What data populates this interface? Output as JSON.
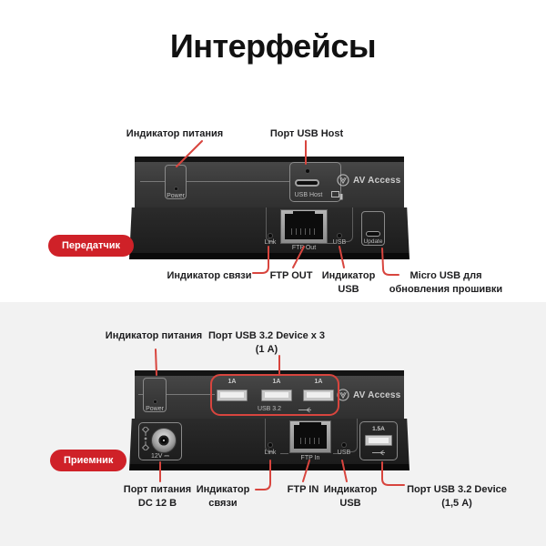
{
  "title": "Интерфейсы",
  "colors": {
    "accent_red": "#cf2128",
    "annotation_line_red": "#d8453e",
    "lower_background": "#f2f2f2",
    "panel_front": "#3a3a3a",
    "panel_rear": "#1f1f1f"
  },
  "transmitter": {
    "badge": "Передатчик",
    "top_labels": {
      "power": "Индикатор питания",
      "usb_host": "Порт USB Host"
    },
    "device": {
      "power_label": "Power",
      "usb_host_label": "USB Host",
      "logo": "AV Access",
      "link_label": "Link",
      "ftp_label": "FTP Out",
      "usb_label": "USB",
      "update_label": "Update"
    },
    "bottom_labels": {
      "link": "Индикатор связи",
      "ftp": "FTP OUT",
      "usb_line1": "Индикатор",
      "usb_line2": "USB",
      "update_line1": "Micro USB для",
      "update_line2": "обновления прошивки"
    }
  },
  "receiver": {
    "badge": "Приемник",
    "top_labels": {
      "power": "Индикатор питания",
      "usb3_line1": "Порт USB 3.2 Device x 3",
      "usb3_line2": "(1 А)"
    },
    "device": {
      "power_label": "Power",
      "port_amp_label": "1A",
      "usb32_label": "USB 3.2",
      "logo": "AV Access",
      "dc_label": "12V",
      "link_label": "Link",
      "ftp_label": "FTP In",
      "usb_label": "USB",
      "amp15_label": "1.5A"
    },
    "bottom_labels": {
      "dc_line1": "Порт питания",
      "dc_line2": "DC 12 В",
      "link_line1": "Индикатор",
      "link_line2": "связи",
      "ftp": "FTP IN",
      "usb_line1": "Индикатор",
      "usb_line2": "USB",
      "usb32_line1": "Порт USB 3.2 Device",
      "usb32_line2": "(1,5 А)"
    }
  }
}
